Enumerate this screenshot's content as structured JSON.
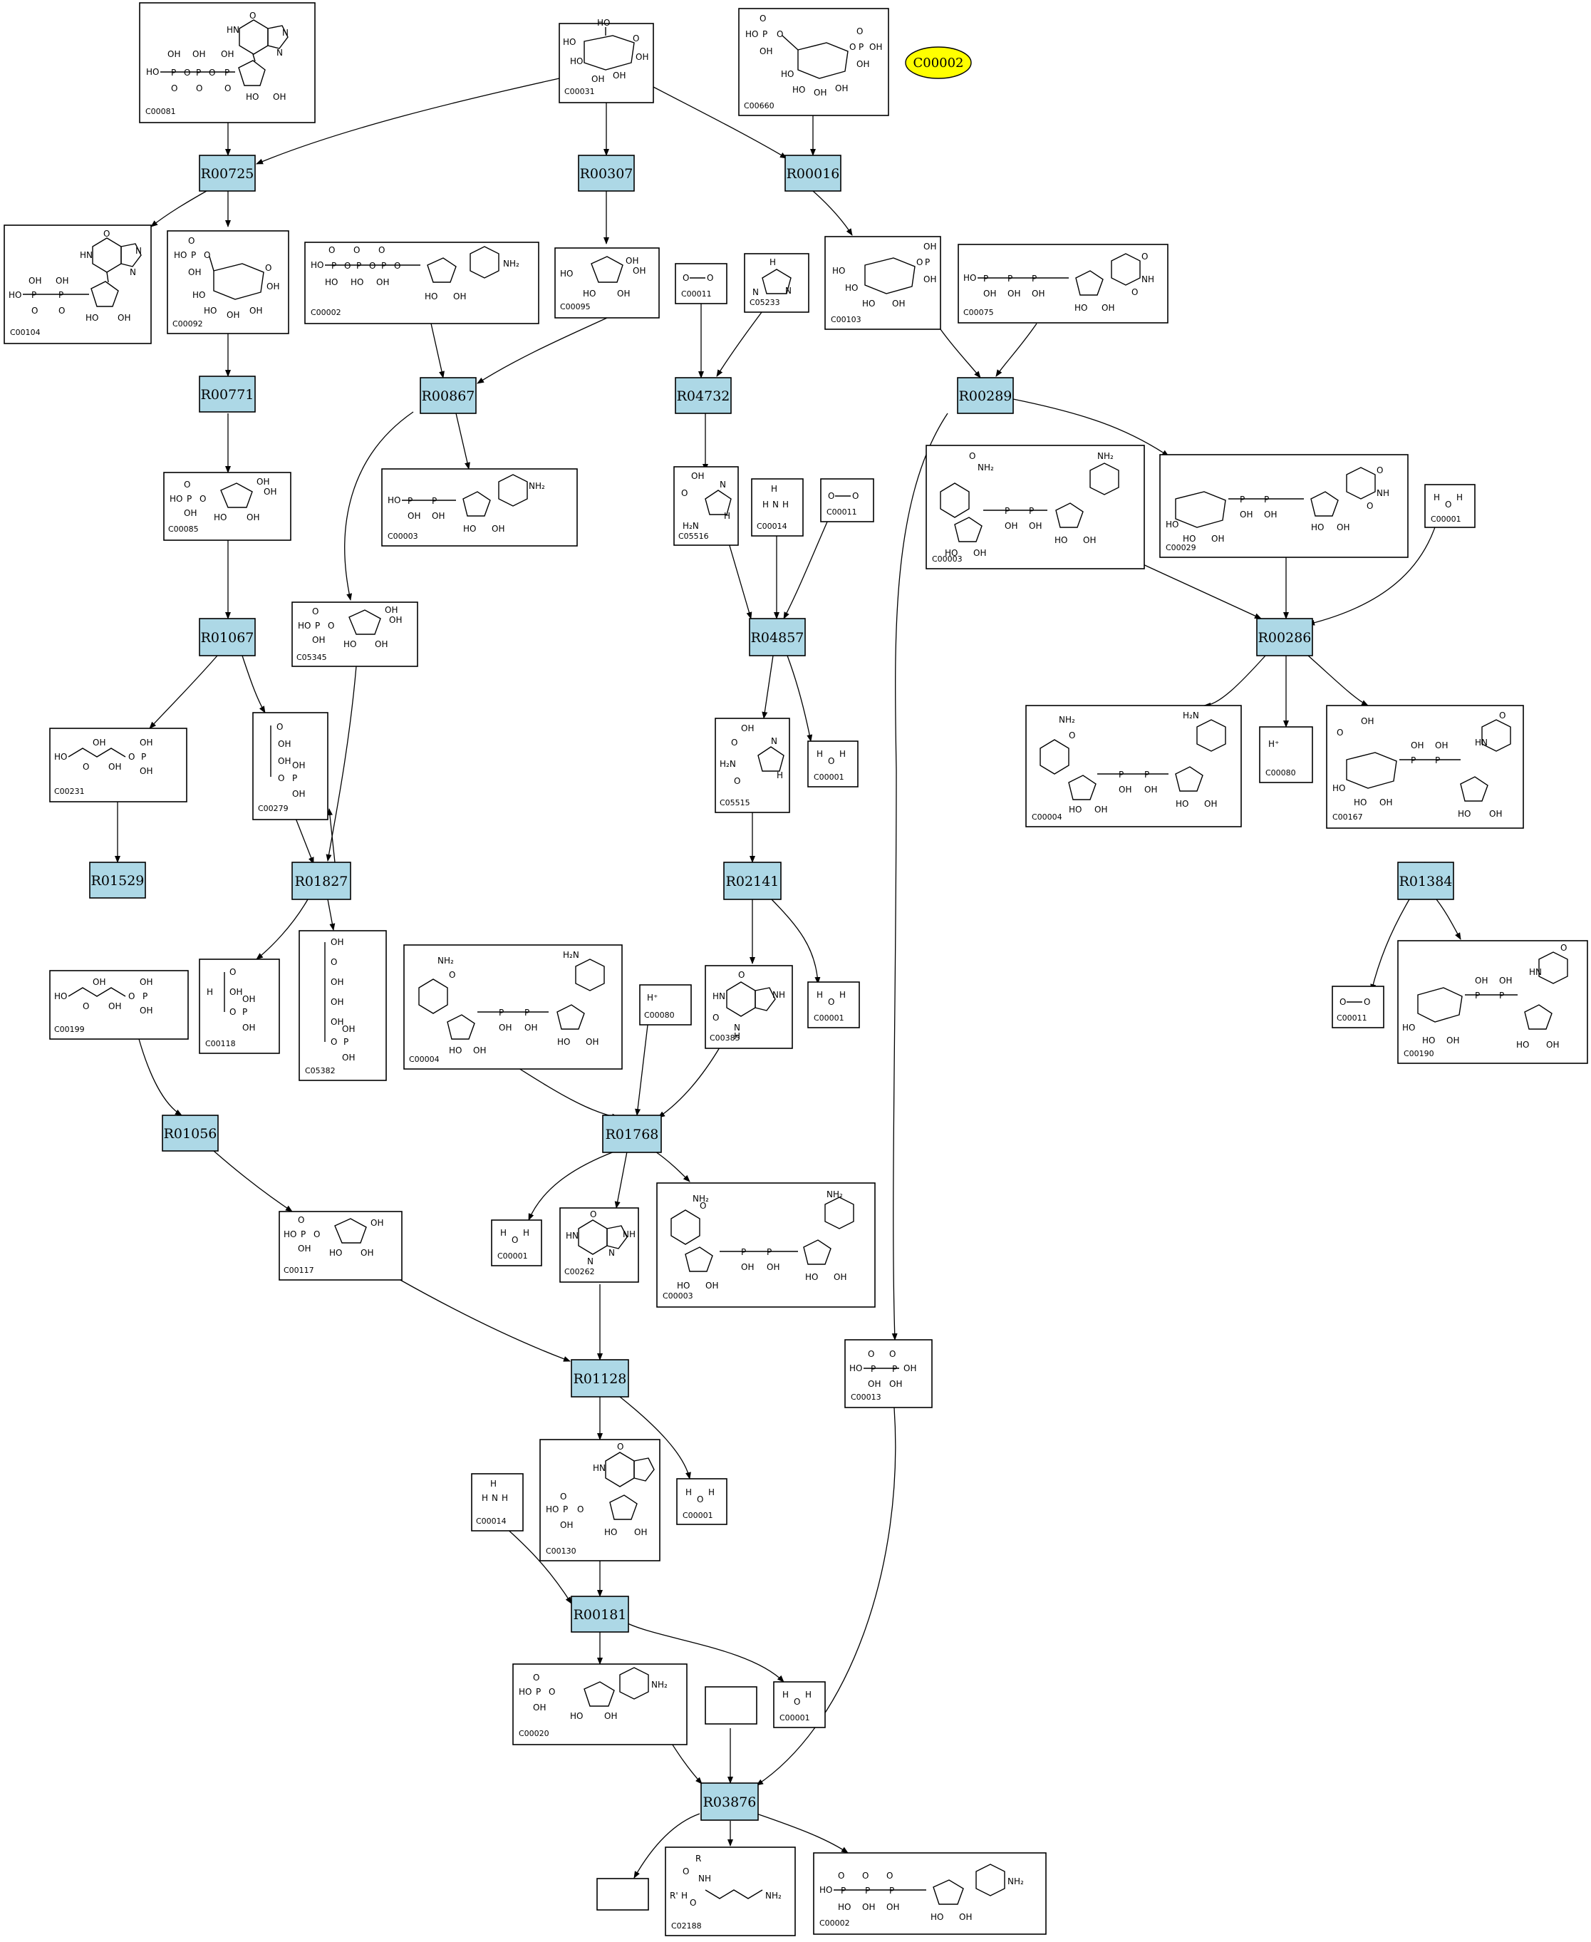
{
  "diagram": {
    "reactions": [
      "R00725",
      "R00307",
      "R00016",
      "R00771",
      "R00867",
      "R04732",
      "R00289",
      "R01067",
      "R04857",
      "R00286",
      "R01529",
      "R01827",
      "R02141",
      "R01384",
      "R01056",
      "R01768",
      "R01128",
      "R00181",
      "R03876"
    ],
    "compounds": [
      "C00081",
      "C00031",
      "C00660",
      "C00104",
      "C00092",
      "C00002",
      "C00095",
      "C00011",
      "C05233",
      "C00103",
      "C00075",
      "C00085",
      "C00003",
      "C05516",
      "C00014",
      "C00011",
      "C00003",
      "C00029",
      "C00001",
      "C05345",
      "C00231",
      "C00279",
      "C05515",
      "C00001",
      "C00004",
      "C00080",
      "C00167",
      "C00199",
      "C00118",
      "C05382",
      "C00004",
      "C00080",
      "C00385",
      "C00001",
      "C00011",
      "C00190",
      "C00117",
      "C00001",
      "C00262",
      "C00003",
      "C00013",
      "C00001",
      "C00014",
      "C00130",
      "C00020",
      "C00001",
      "C02188",
      "C00002"
    ],
    "highlight": "C00002",
    "colors": {
      "reaction_fill": "#add8e6",
      "highlight_fill": "#ffff00"
    }
  }
}
